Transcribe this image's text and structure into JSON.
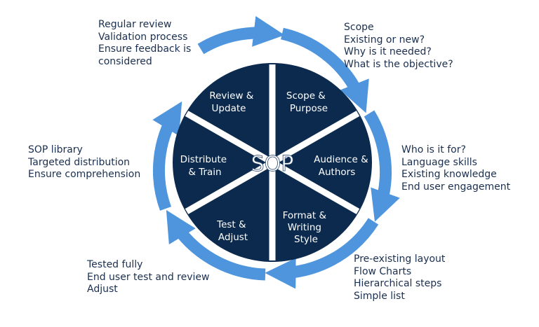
{
  "center": {
    "label": "SOP"
  },
  "segments": [
    {
      "id": "review",
      "lines": [
        "Review &",
        "Update"
      ]
    },
    {
      "id": "scope",
      "lines": [
        "Scope &",
        "Purpose"
      ]
    },
    {
      "id": "audience",
      "lines": [
        "Audience &",
        "Authors"
      ]
    },
    {
      "id": "format",
      "lines": [
        "Format &",
        "Writing",
        "Style"
      ]
    },
    {
      "id": "test",
      "lines": [
        "Test &",
        "Adjust"
      ]
    },
    {
      "id": "distribute",
      "lines": [
        "Distribute",
        "& Train"
      ]
    }
  ],
  "notes": {
    "top_left": [
      "Regular review",
      "Validation process",
      "Ensure feedback is",
      "considered"
    ],
    "top_right": [
      "Scope",
      "Existing or new?",
      "Why is it needed?",
      "What is the objective?"
    ],
    "left": [
      "SOP library",
      "Targeted distribution",
      "Ensure comprehension"
    ],
    "right": [
      "Who is it for?",
      "Language skills",
      "Existing knowledge",
      "End user engagement"
    ],
    "bottom_left": [
      "Tested fully",
      "End user test and review",
      "Adjust"
    ],
    "bottom_right": [
      "Pre-existing layout",
      "Flow Charts",
      "Hierarchical steps",
      "Simple list"
    ]
  },
  "colors": {
    "dark_navy": "#0b2a4d",
    "ring_blue": "#4e95dd",
    "ring_blue_light": "#78b1ea",
    "spoke_white": "#ffffff",
    "text_navy": "#1a2f4f"
  }
}
